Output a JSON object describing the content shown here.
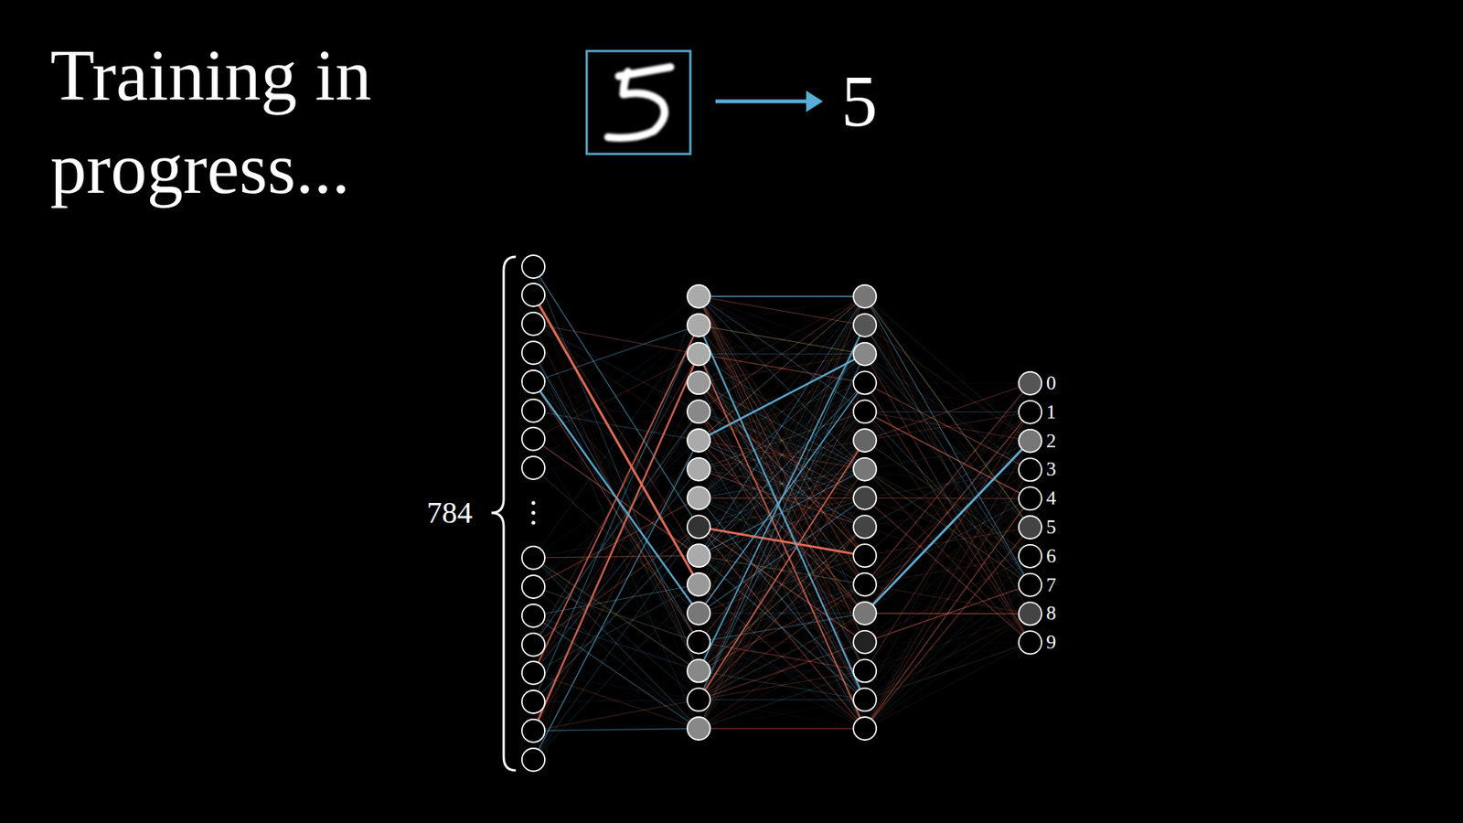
{
  "diagram": {
    "title": "Training in progress...",
    "labels": [
      "5",
      "784",
      "0",
      "1",
      "2",
      "3",
      "4",
      "5",
      "6",
      "7",
      "8",
      "9"
    ]
  }
}
